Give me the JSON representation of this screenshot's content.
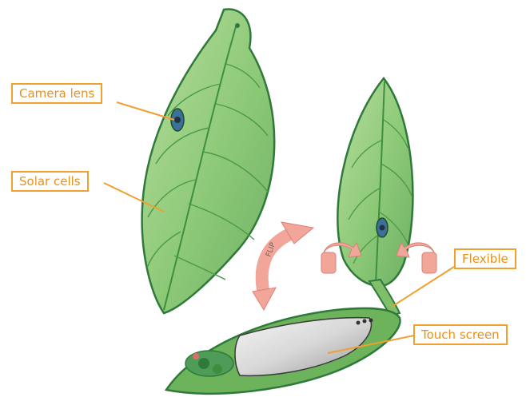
{
  "labels": {
    "camera_lens": "Camera lens",
    "solar_cells": "Solar cells",
    "flexible": "Flexible",
    "touch_screen": "Touch screen",
    "flip": "FLIP"
  },
  "colors": {
    "label_border": "#f0a030",
    "label_text": "#e8901c",
    "leaf_fill": "#9fd089",
    "leaf_outline": "#2f7a3a",
    "vein": "#3d8f3f",
    "arrow_fill": "#f2a69a",
    "screen": "#dcdcdc"
  },
  "icons": [
    "camera-lens-icon",
    "flip-arrow-icon",
    "rotate-arrow-icon"
  ]
}
